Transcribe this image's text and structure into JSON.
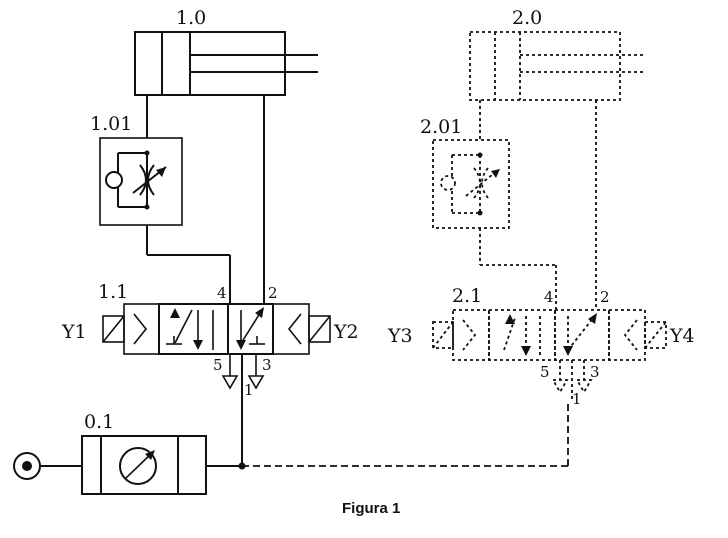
{
  "labels": {
    "cyl1": "1.0",
    "flow1": "1.01",
    "valve1": "1.1",
    "cyl2": "2.0",
    "flow2": "2.01",
    "valve2": "2.1",
    "service": "0.1",
    "y1": "Y1",
    "y2": "Y2",
    "y3": "Y3",
    "y4": "Y4"
  },
  "ports": {
    "v1": {
      "p4": "4",
      "p2": "2",
      "p5": "5",
      "p3": "3",
      "p1": "1"
    },
    "v2": {
      "p4": "4",
      "p2": "2",
      "p5": "5",
      "p3": "3",
      "p1": "1"
    }
  },
  "caption": "Figura 1"
}
